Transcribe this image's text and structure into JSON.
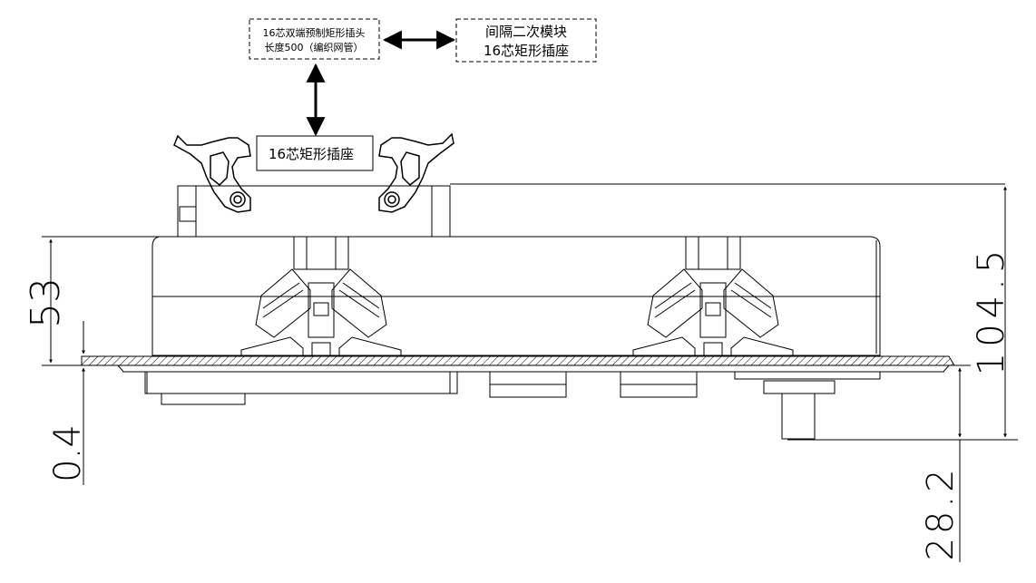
{
  "labels": {
    "plug_line1": "16芯双端预制矩形插头",
    "plug_line2": "长度500（编织网管）",
    "module_line1": "间隔二次模块",
    "module_line2": "16芯矩形插座",
    "socket": "16芯矩形插座"
  },
  "dimensions": {
    "d53": "53",
    "d04": "0.4",
    "d1045": "104.5",
    "d282": "28.2"
  },
  "colors": {
    "stroke": "#000000",
    "hatch": "#000000",
    "bg": "#ffffff"
  }
}
